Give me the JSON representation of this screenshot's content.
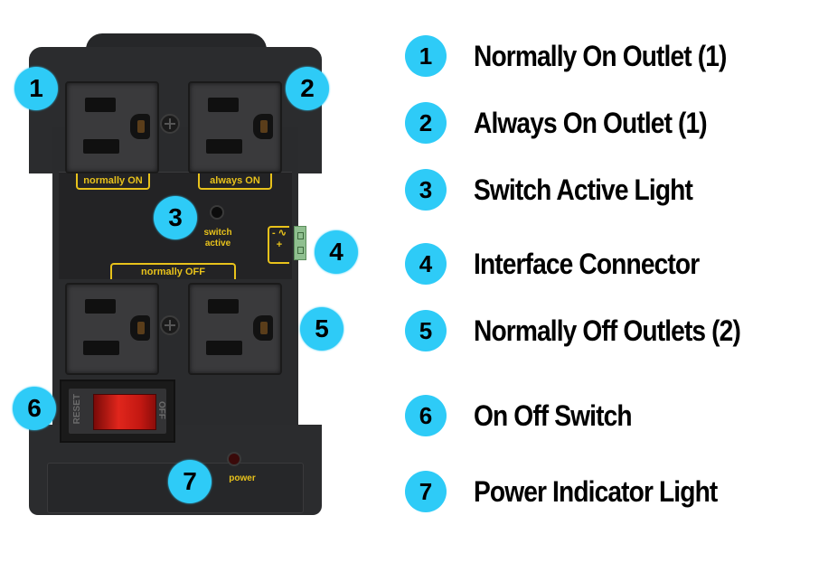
{
  "device": {
    "labels": {
      "normally_on": "normally ON",
      "always_on": "always ON",
      "normally_off": "normally OFF",
      "switch_active": "switch active",
      "power": "power",
      "interface_symbol": "- ∿ +",
      "reset": "RESET",
      "off": "OFF"
    },
    "callouts": [
      "1",
      "2",
      "3",
      "4",
      "5",
      "6",
      "7"
    ]
  },
  "legend": {
    "items": [
      {
        "number": "1",
        "label": "Normally On Outlet (1)"
      },
      {
        "number": "2",
        "label": "Always On Outlet (1)"
      },
      {
        "number": "3",
        "label": "Switch Active Light"
      },
      {
        "number": "4",
        "label": "Interface Connector"
      },
      {
        "number": "5",
        "label": "Normally Off Outlets (2)"
      },
      {
        "number": "6",
        "label": "On Off Switch"
      },
      {
        "number": "7",
        "label": "Power Indicator Light"
      }
    ]
  },
  "colors": {
    "badge": "#2ecbf7",
    "device_body": "#2a2b2d",
    "label_yellow": "#e8c21b",
    "rocker_red": "#e0261c"
  }
}
